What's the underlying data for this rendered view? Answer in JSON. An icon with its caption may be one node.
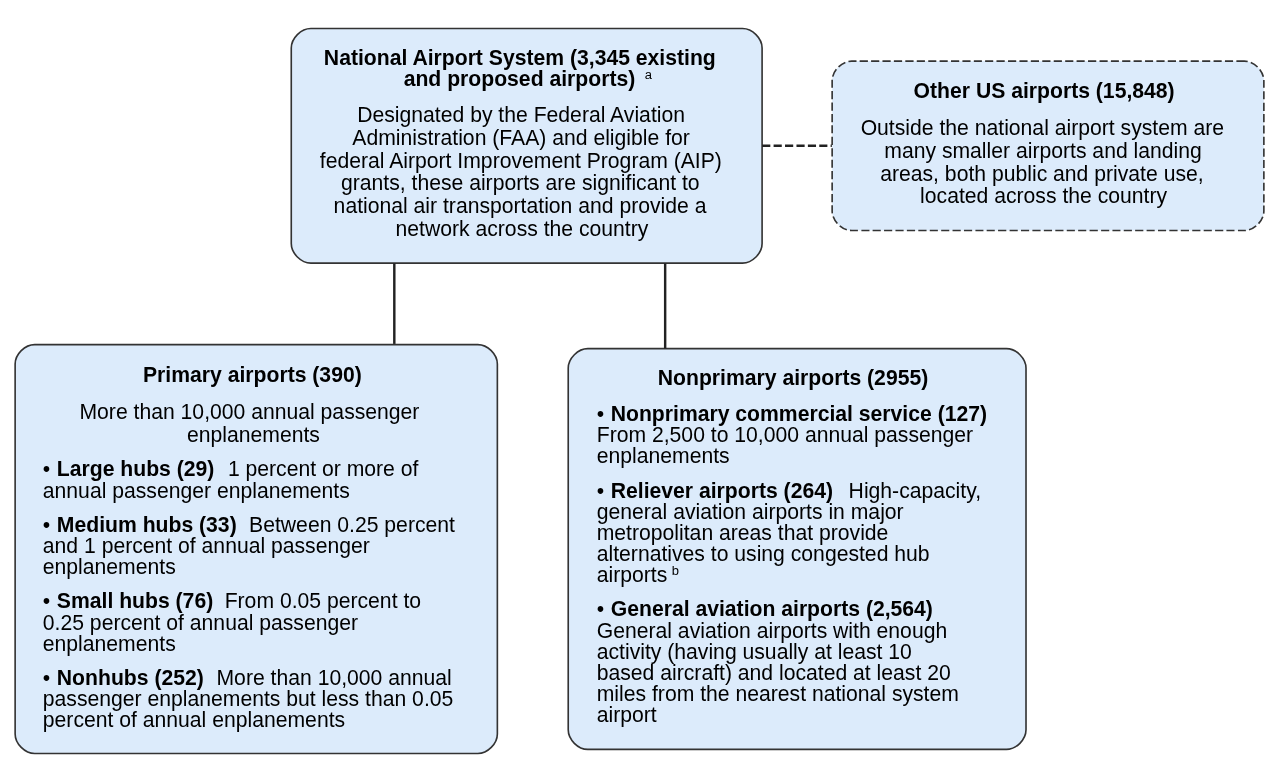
{
  "diagram": {
    "nodes": [
      {
        "text": [
          "National Airport System (3,345 existing and proposed airports)$^{a}$",
          "Designated by the Federal Aviation Administration (FAA) and eligible for federal Airport Improvement Program (AIP) grants, these airports are significant to national air transportation and provide a network across the country"
        ]
      },
      {
        "text": [
          "Other US airports (15,848)",
          "Outside the national airport system are many smaller airports and landing areas, both public and private use, located across the country"
        ]
      },
      {
        "text": [
          "Primary airports (390)",
          "More than 10,000 annual passenger enplanements",
          "• **Large hubs (29)** 1 percent or more of annual passenger enplanements",
          "• **Medium hubs (33)** Between 0.25 percent and 1 percent of annual passenger enplanements",
          "• **Small hubs (76)** From 0.05 percent to 0.25 percent of annual passenger enplanements",
          "• **Nonhubs (252)** More than 10,000 annual passenger enplanements but less than 0.05 percent of annual enplanements"
        ]
      },
      {
        "text": [
          "Nonprimary airports (2955)",
          "• **Nonprimary commercial service (127)** From 2,500 to 10,000 annual passenger enplanements",
          "• **Reliever airports (264)** High-capacity, general aviation airports in major metropolitan areas that provide alternatives to using congested hub airports$^{b}$",
          "• **General aviation airports (2,564)** General aviation airports with enough activity (having usually at least 10 based aircraft) and located at least 20 miles from the nearest national system airport"
        ]
      }
    ],
    "edges": [
      {
        "from": 0,
        "to": 1,
        "arrow": "none",
        "style": "dashed"
      },
      {
        "from": 0,
        "to": 2,
        "arrow": "none"
      },
      {
        "from": 0,
        "to": 3,
        "arrow": "none"
      }
    ]
  }
}
